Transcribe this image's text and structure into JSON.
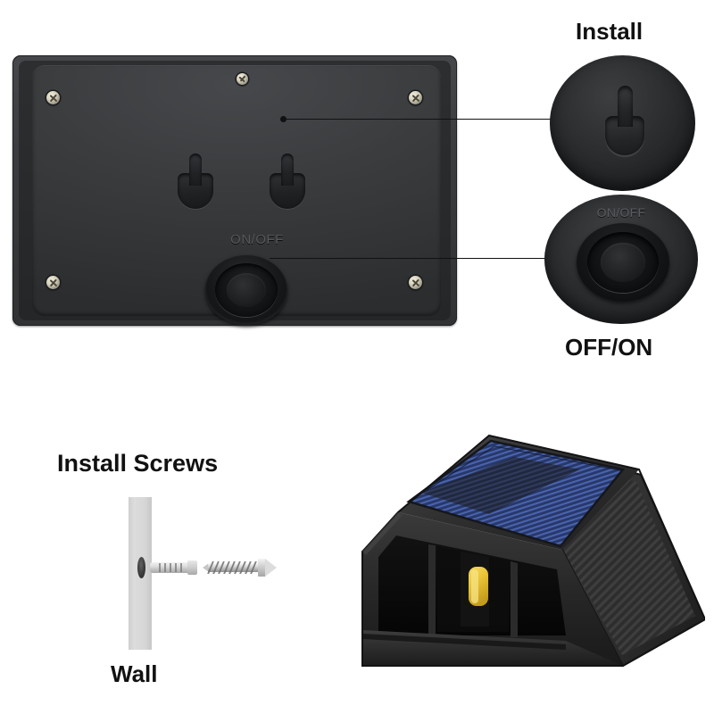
{
  "page": {
    "title": "Solar Wall Light Installation Diagram",
    "background_color": "#ffffff"
  },
  "back_panel": {
    "name": "Back mounting plate",
    "engraved_label": "ON/OFF",
    "body_color": "#3a3c3f",
    "screw_count": 5,
    "keyhole_slot_count": 2,
    "keyhole_labels": [
      "keyhole-slot-left",
      "keyhole-slot-right"
    ]
  },
  "callouts": {
    "install": {
      "title": "Install",
      "detail_label": "keyhole mounting slot detail"
    },
    "switch": {
      "title": "OFF/ON",
      "button_label": "ON/OFF",
      "detail_label": "power button detail"
    }
  },
  "install_screws": {
    "title": "Install Screws",
    "wall_label": "Wall",
    "wall_color": "#d6d6d6",
    "parts": [
      "wall-anchor",
      "mounting-screw"
    ]
  },
  "product": {
    "name": "Solar wall lamp",
    "body_color": "#2a2a2a",
    "solar_panel_color": "#2b3f7a",
    "led_color": "#e8c43a",
    "features": [
      "solar-panel",
      "led-module",
      "ribbed-side-panel",
      "open-front-cavity"
    ]
  }
}
